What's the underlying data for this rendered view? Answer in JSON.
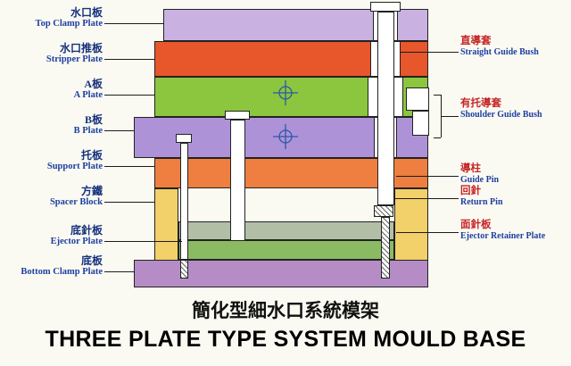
{
  "title": {
    "zh": "簡化型細水口系統模架",
    "en": "THREE PLATE TYPE SYSTEM MOULD BASE"
  },
  "left_labels": [
    {
      "zh": "水口板",
      "en": "Top Clamp Plate"
    },
    {
      "zh": "水口推板",
      "en": "Stripper Plate"
    },
    {
      "zh": "A板",
      "en": "A Plate"
    },
    {
      "zh": "B板",
      "en": "B Plate"
    },
    {
      "zh": "托板",
      "en": "Support Plate"
    },
    {
      "zh": "方鐵",
      "en": "Spacer Block"
    },
    {
      "zh": "底針板",
      "en": "Ejector Plate"
    },
    {
      "zh": "底板",
      "en": "Bottom Clamp Plate"
    }
  ],
  "right_labels": [
    {
      "zh": "直導套",
      "en": "Straight Guide Bush"
    },
    {
      "zh": "有托導套",
      "en": "Shoulder Guide Bush"
    },
    {
      "zh": "導柱",
      "en": "Guide Pin"
    },
    {
      "zh": "回針",
      "en": "Return Pin"
    },
    {
      "zh": "面針板",
      "en": "Ejector Retainer Plate"
    }
  ],
  "colors": {
    "top_clamp": "#c9b2e2",
    "stripper": "#e8562c",
    "a_plate": "#8cc63e",
    "b_plate": "#ae92d8",
    "support": "#ee7f40",
    "spacer": "#f2d06a",
    "ejector_retainer": "#b2bfa6",
    "ejector": "#8aba62",
    "bottom_clamp": "#b58cc6",
    "pin": "#ffffff",
    "crosshair": "#2b57a8",
    "label_left_zh": "#16317d",
    "label_left_en": "#1d3fa0",
    "label_right_zh": "#c42525",
    "label_right_en": "#1d3fa0"
  }
}
